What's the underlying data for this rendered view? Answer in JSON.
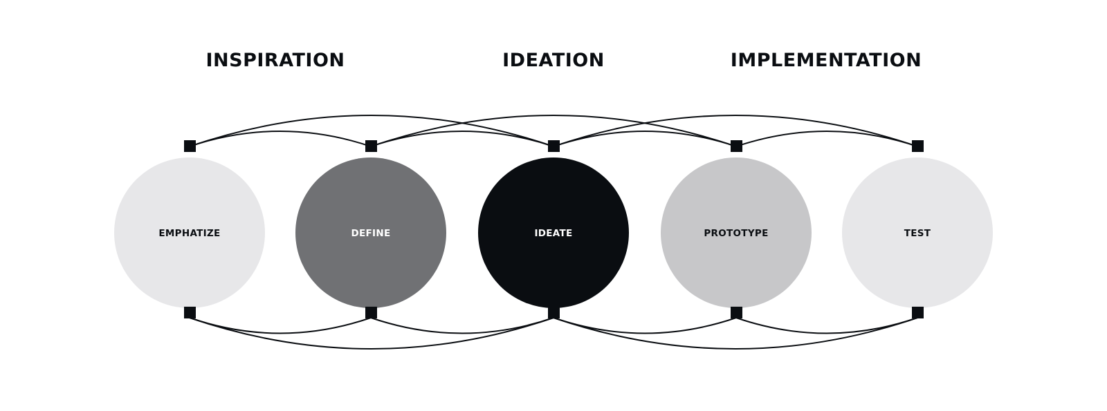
{
  "phases": [
    {
      "label": "INSPIRATION"
    },
    {
      "label": "IDEATION"
    },
    {
      "label": "IMPLEMENTATION"
    }
  ],
  "stages": [
    {
      "label": "EMPHATIZE",
      "fill": "#e7e7e9",
      "text_color": "#0a0d11"
    },
    {
      "label": "DEFINE",
      "fill": "#707174",
      "text_color": "#ffffff"
    },
    {
      "label": "IDEATE",
      "fill": "#0a0d11",
      "text_color": "#ffffff"
    },
    {
      "label": "PROTOTYPE",
      "fill": "#c7c7c9",
      "text_color": "#0a0d11"
    },
    {
      "label": "TEST",
      "fill": "#e7e7e9",
      "text_color": "#0a0d11"
    }
  ],
  "colors": {
    "line": "#0a0d11",
    "node": "#0a0d11",
    "background": "#ffffff"
  }
}
